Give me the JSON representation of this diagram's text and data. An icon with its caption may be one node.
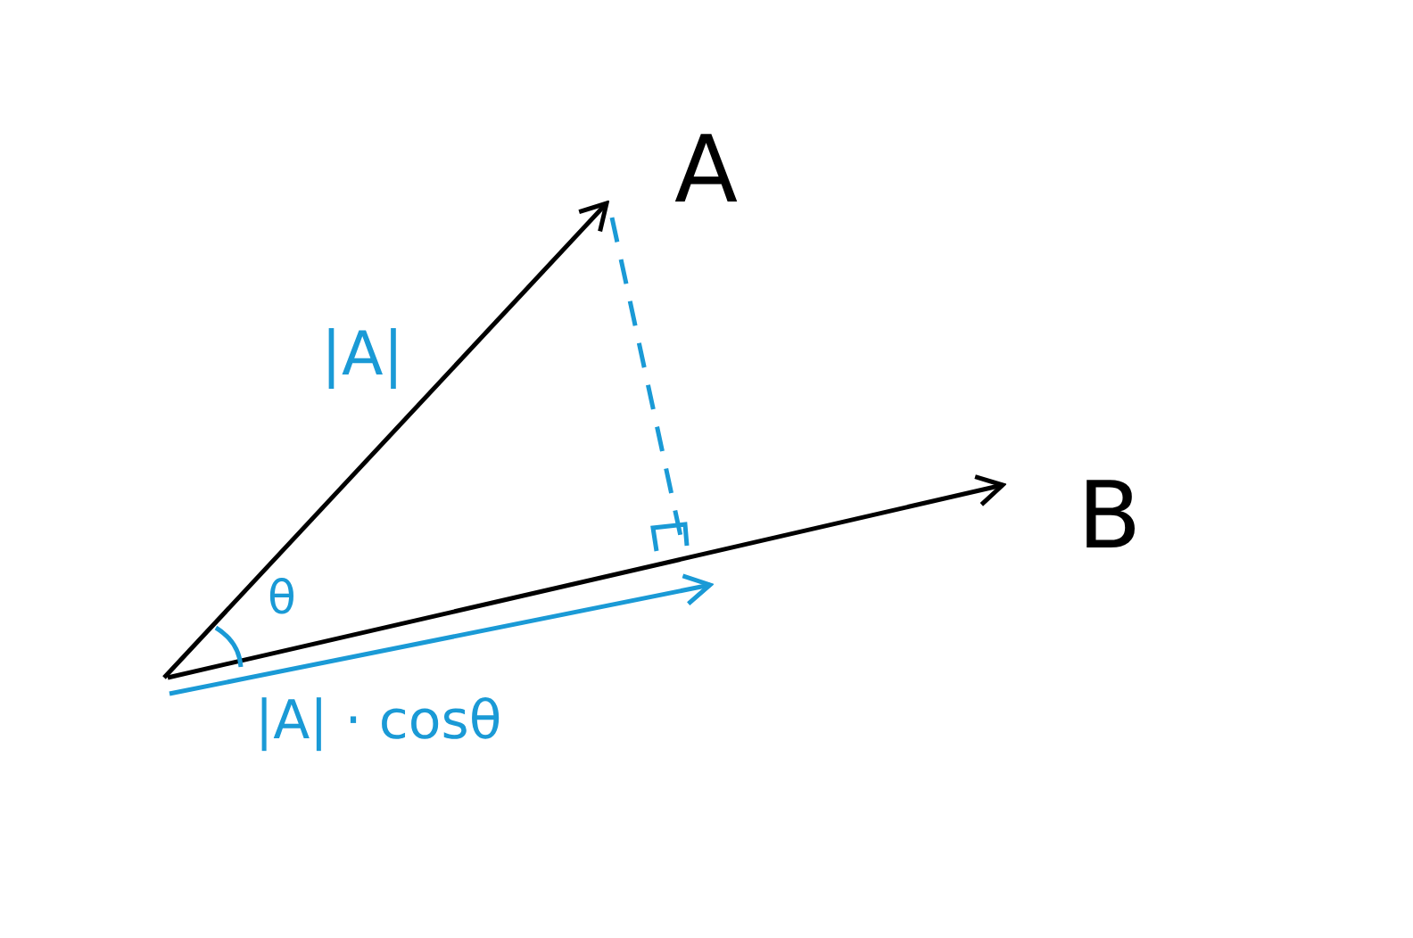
{
  "diagram": {
    "labels": [
      "A",
      "|A|",
      "B",
      "θ",
      "|A| · cosθ"
    ]
  }
}
